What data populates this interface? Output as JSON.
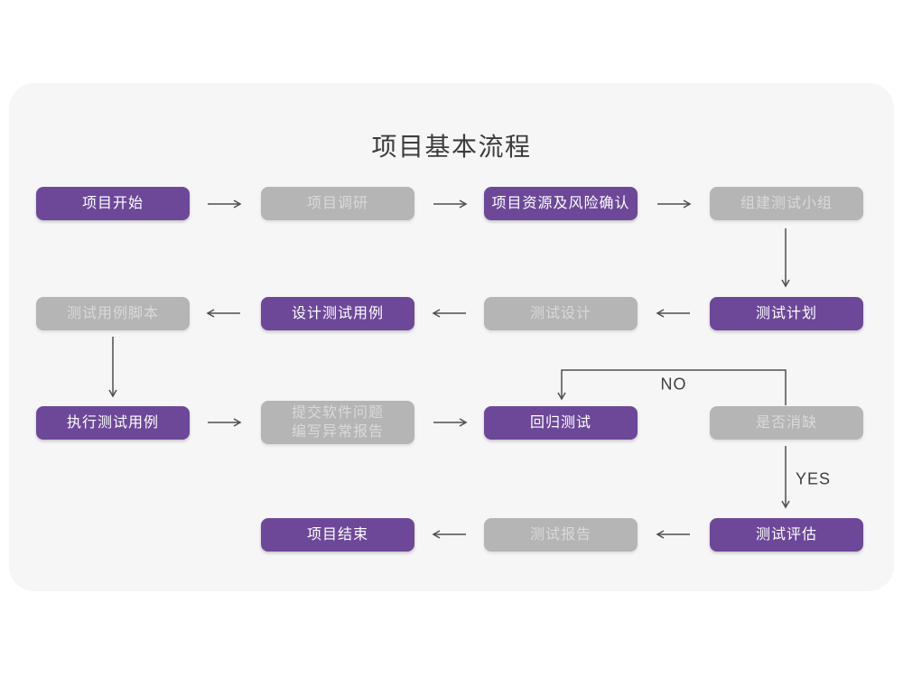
{
  "title": "项目基本流程",
  "colors": {
    "accent_purple": "#6d4899",
    "node_gray": "#b5b5b5",
    "gray_node_text": "#d9d9d9",
    "card_bg": "#f6f6f7",
    "arrow": "#4f4f4f",
    "title_text": "#3c3c3c",
    "edge_label_text": "#3f3f3f"
  },
  "edge_labels": {
    "no": "NO",
    "yes": "YES"
  },
  "nodes": [
    {
      "label": "项目开始",
      "variant": "purple"
    },
    {
      "label": "项目调研",
      "variant": "gray"
    },
    {
      "label": "项目资源及风险确认",
      "variant": "purple"
    },
    {
      "label": "组建测试小组",
      "variant": "gray"
    },
    {
      "label": "测试用例脚本",
      "variant": "gray"
    },
    {
      "label": "设计测试用例",
      "variant": "purple"
    },
    {
      "label": "测试设计",
      "variant": "gray"
    },
    {
      "label": "测试计划",
      "variant": "purple"
    },
    {
      "label": "执行测试用例",
      "variant": "purple"
    },
    {
      "label": "提交软件问题\n编写异常报告",
      "variant": "gray"
    },
    {
      "label": "回归测试",
      "variant": "purple"
    },
    {
      "label": "是否消缺",
      "variant": "gray"
    },
    {
      "label": "测试评估",
      "variant": "purple"
    },
    {
      "label": "测试报告",
      "variant": "gray"
    },
    {
      "label": "项目结束",
      "variant": "purple"
    }
  ]
}
